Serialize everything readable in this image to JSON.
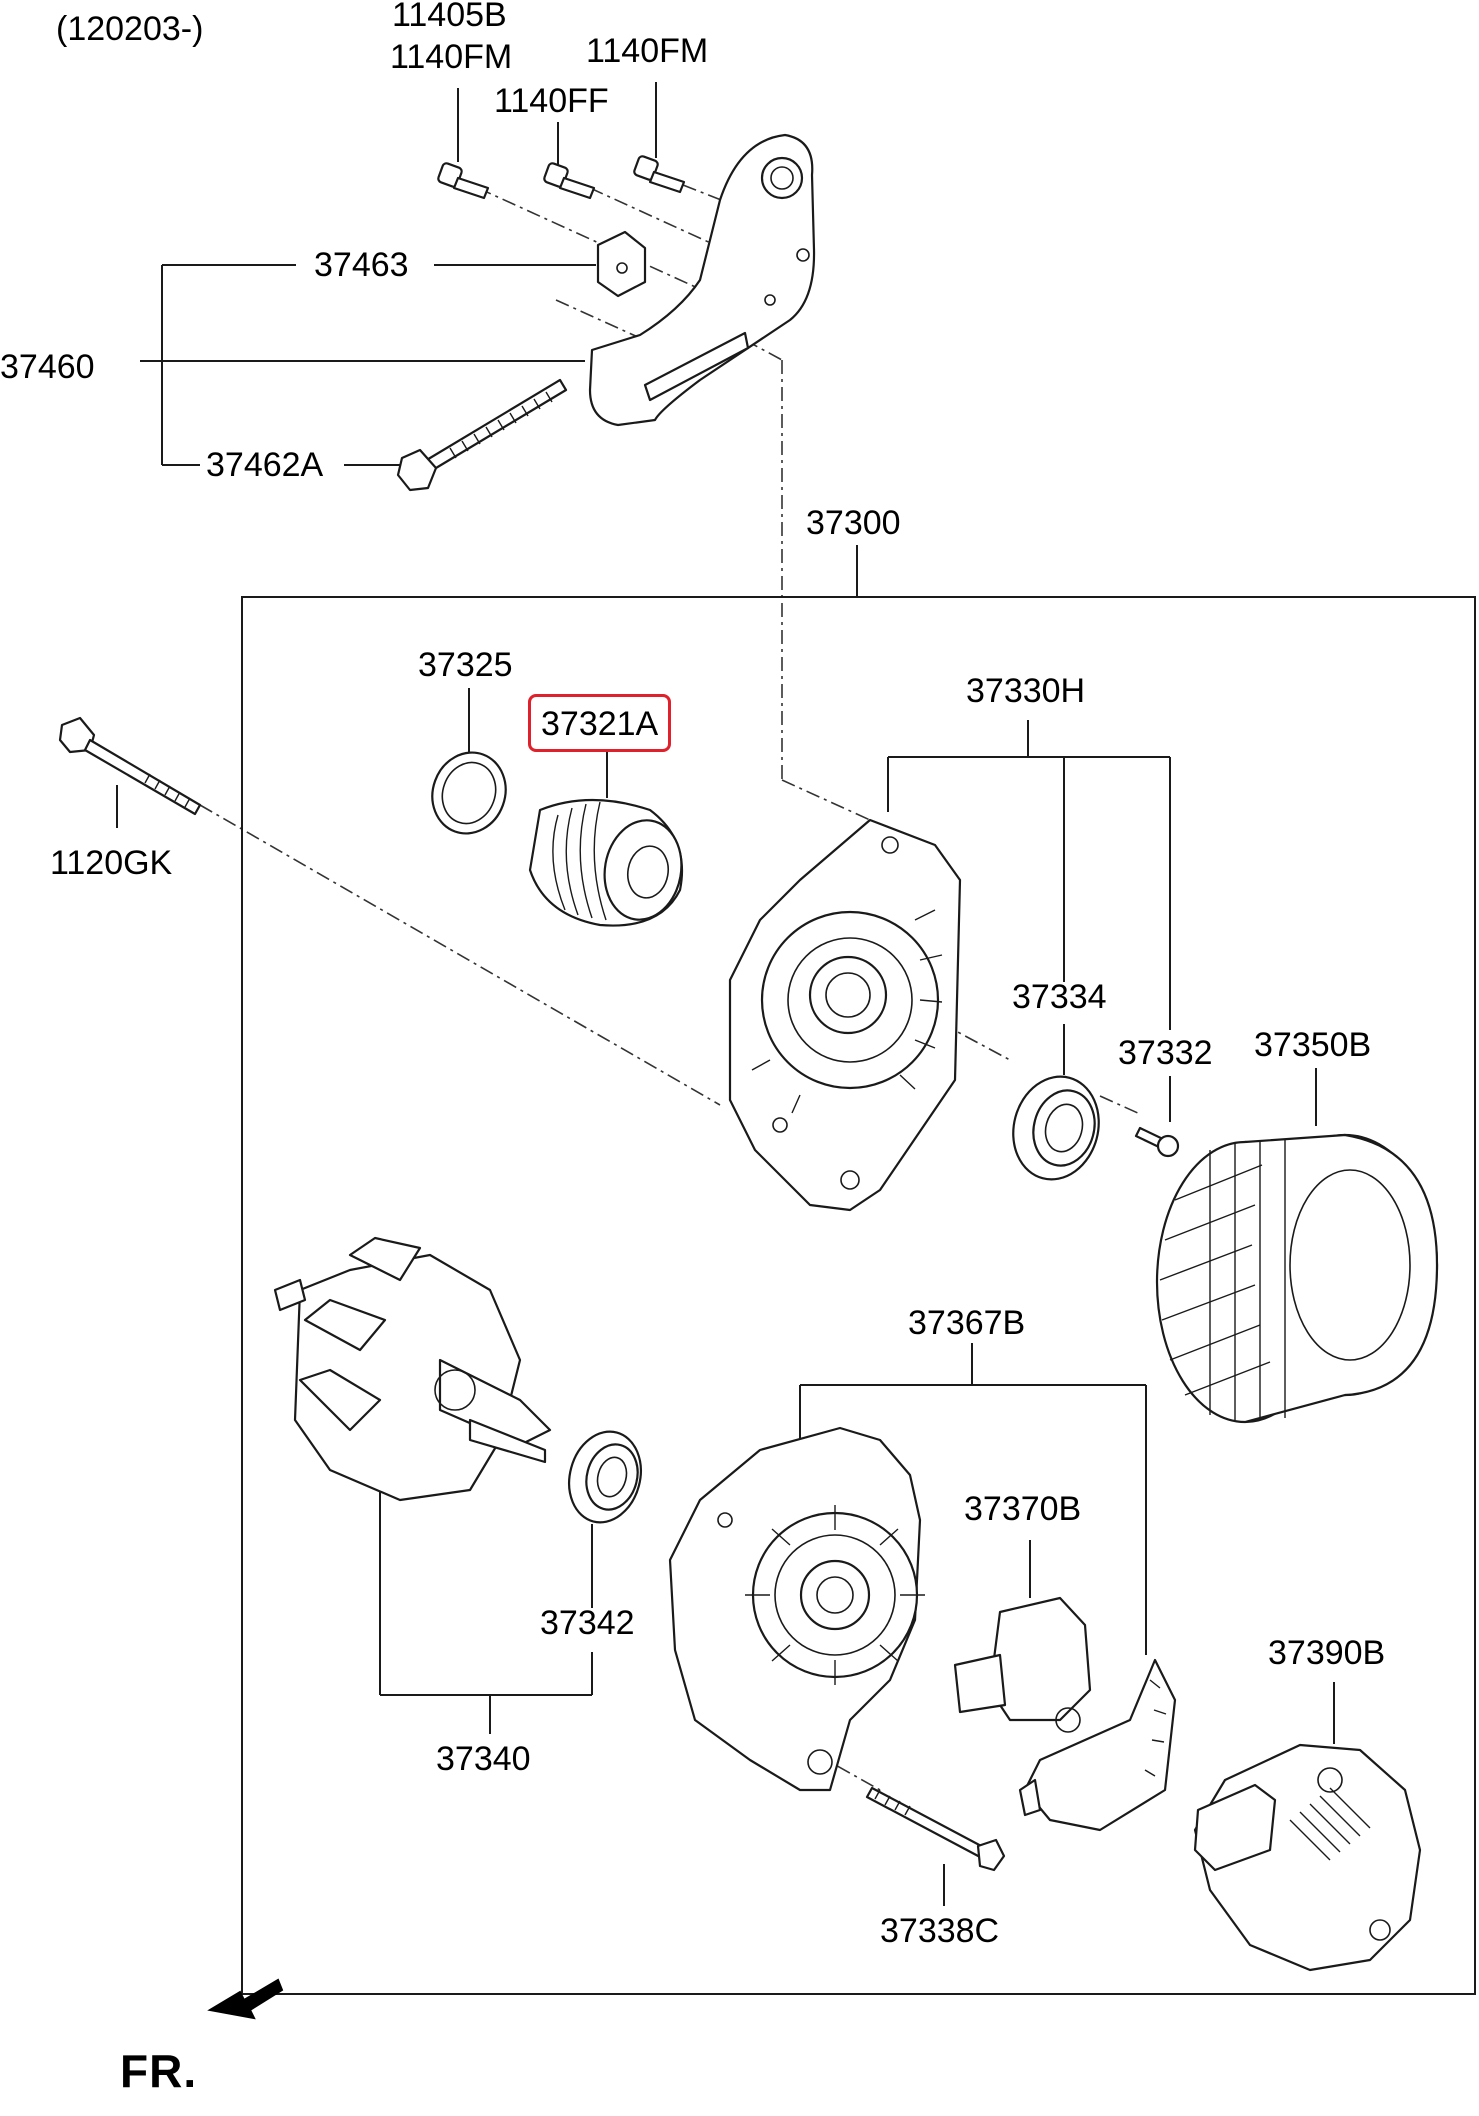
{
  "header_code": "(120203-)",
  "labels": {
    "bolt_11405b": "11405B",
    "bolt_1140fm_a": "1140FM",
    "bolt_1140fm_b": "1140FM",
    "bolt_1140ff": "1140FF",
    "bracket_37463": "37463",
    "bracket_37460": "37460",
    "bolt_37462a": "37462A",
    "assembly_37300": "37300",
    "ring_37325": "37325",
    "pulley_37321a": "37321A",
    "bolt_1120gk": "1120GK",
    "housing_37330h": "37330H",
    "bearing_37334": "37334",
    "screw_37332": "37332",
    "stator_37350b": "37350B",
    "rotor_37340": "37340",
    "bearing_37342": "37342",
    "rear_housing_37367b": "37367B",
    "regulator_37370b": "37370B",
    "cover_37390b": "37390B",
    "bolt_37338c": "37338C"
  },
  "highlighted_part": "37321A",
  "highlight_color": "#e0202a",
  "front_indicator": "FR."
}
